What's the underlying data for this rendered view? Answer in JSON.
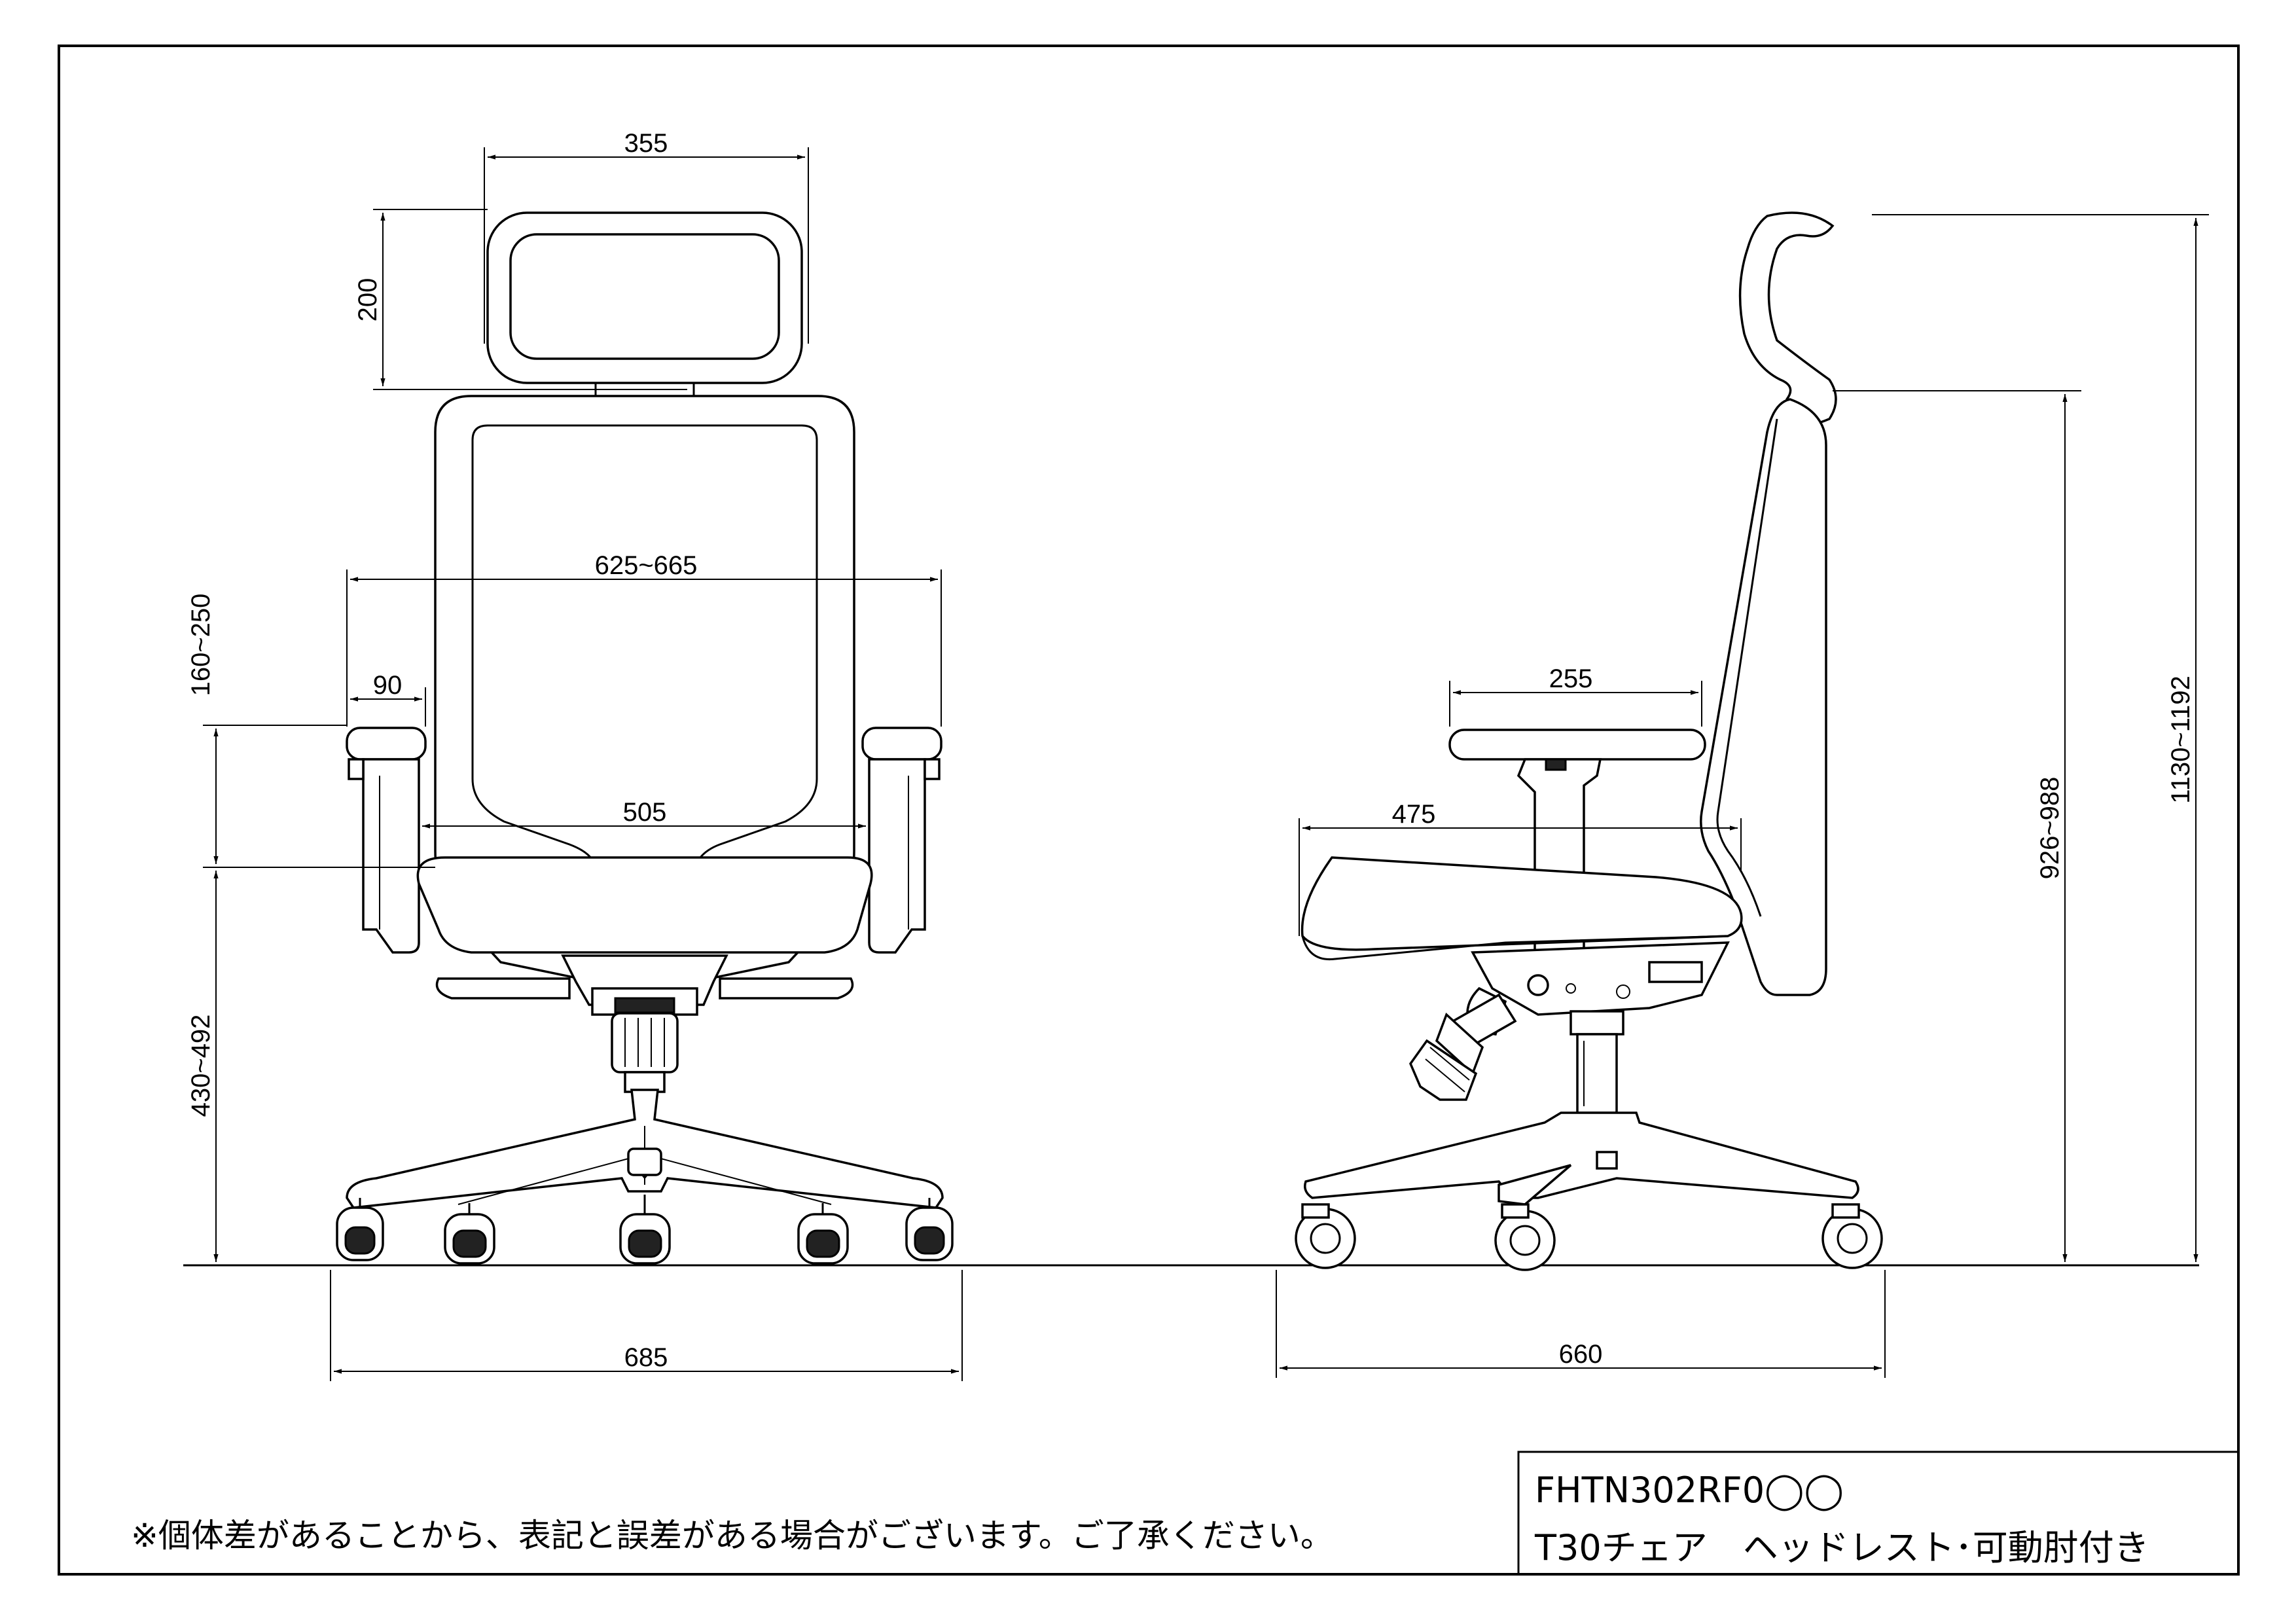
{
  "dimensions": {
    "headrest_width": "355",
    "headrest_height": "200",
    "armrest_outer_width": "625~665",
    "armrest_pad_width": "90",
    "armrest_height_above_seat": "160~250",
    "inner_arm_width": "505",
    "seat_height": "430~492",
    "base_width_front": "685",
    "armrest_depth": "255",
    "seat_depth": "475",
    "backrest_height": "926~988",
    "overall_height": "1130~1192",
    "base_depth_side": "660"
  },
  "title_block": {
    "model": "FHTN302RF0◯◯",
    "name": "T30チェア　ヘッドレスト･可動肘付き"
  },
  "note": "※個体差があることから、表記と誤差がある場合がございます。ご了承ください。"
}
